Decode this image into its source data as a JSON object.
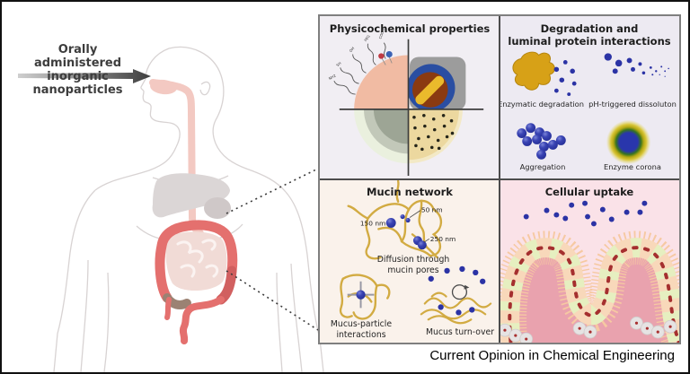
{
  "intro": {
    "line1": "Orally administered",
    "line2": "inorganic nanoparticles"
  },
  "journal": {
    "caption": "Current Opinion in Chemical Engineering"
  },
  "panels": {
    "physicochemical": {
      "title": "Physicochemical properties",
      "surface_labels": [
        "PEG",
        "OH",
        "SH",
        "NH2",
        "COOH"
      ]
    },
    "degradation": {
      "title": "Degradation and\nluminal protein interactions",
      "caption_enzymatic": "Enzymatic degradation",
      "caption_ph": "pH-triggered dissoluton",
      "caption_aggregation": "Aggregation",
      "caption_corona": "Enzyme corona"
    },
    "mucin": {
      "title": "Mucin network",
      "label_50": "50 nm",
      "label_150": "150 nm",
      "label_250": "250 nm",
      "caption_diffusion": "Diffusion through\nmucin pores",
      "caption_interactions": "Mucus-particle\ninteractions",
      "caption_turnover": "Mucus turn-over"
    },
    "cellular": {
      "title": "Cellular uptake"
    }
  },
  "colors": {
    "nanoparticle_blue": "#2b33a5",
    "mucin_gold": "#d2ab42",
    "enzyme_gold": "#d7a117",
    "intestine_red": "#e4706e",
    "villus_interior_pink": "#e9a2ae",
    "panel_lavender": "#edeaf2",
    "panel_cream": "#faf2eb",
    "panel_pink": "#fae2e8"
  }
}
